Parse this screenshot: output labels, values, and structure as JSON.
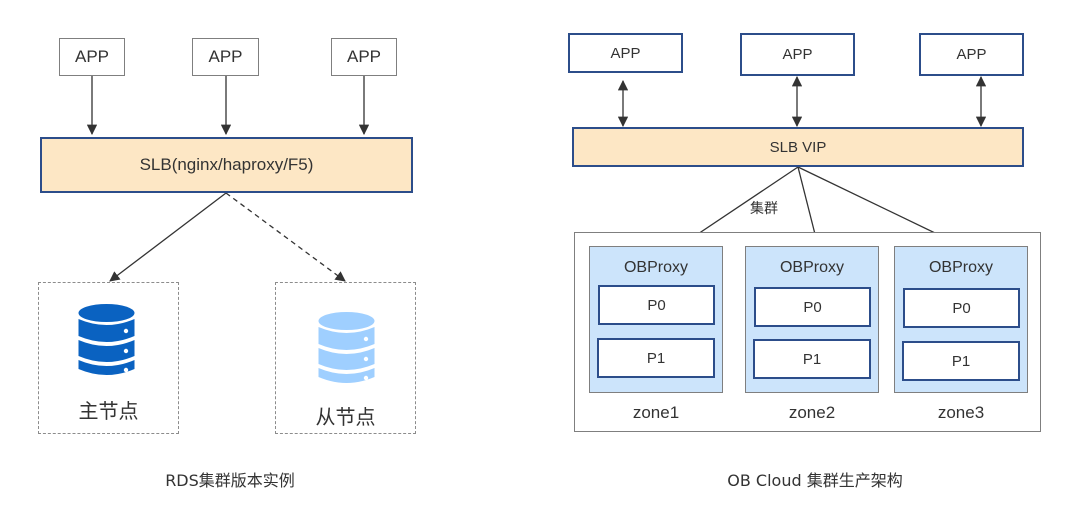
{
  "left_diagram": {
    "apps": [
      "APP",
      "APP",
      "APP"
    ],
    "load_balancer": "SLB(nginx/haproxy/F5)",
    "primary_node": {
      "label": "主节点",
      "icon": "database-icon",
      "color": "#0a62c1"
    },
    "replica_node": {
      "label": "从节点",
      "icon": "database-icon",
      "color": "#9fcfff"
    },
    "caption": "RDS集群版本实例"
  },
  "right_diagram": {
    "apps": [
      "APP",
      "APP",
      "APP"
    ],
    "load_balancer": "SLB VIP",
    "cluster_label": "集群",
    "zones": [
      {
        "name": "zone1",
        "proxy": "OBProxy",
        "partitions": [
          "P0",
          "P1"
        ]
      },
      {
        "name": "zone2",
        "proxy": "OBProxy",
        "partitions": [
          "P0",
          "P1"
        ]
      },
      {
        "name": "zone3",
        "proxy": "OBProxy",
        "partitions": [
          "P0",
          "P1"
        ]
      }
    ],
    "caption": "OB Cloud 集群生产架构"
  },
  "colors": {
    "slb_fill": "#fde7c5",
    "border_blue": "#2c4d8a",
    "zone_fill": "#cce4fb"
  }
}
